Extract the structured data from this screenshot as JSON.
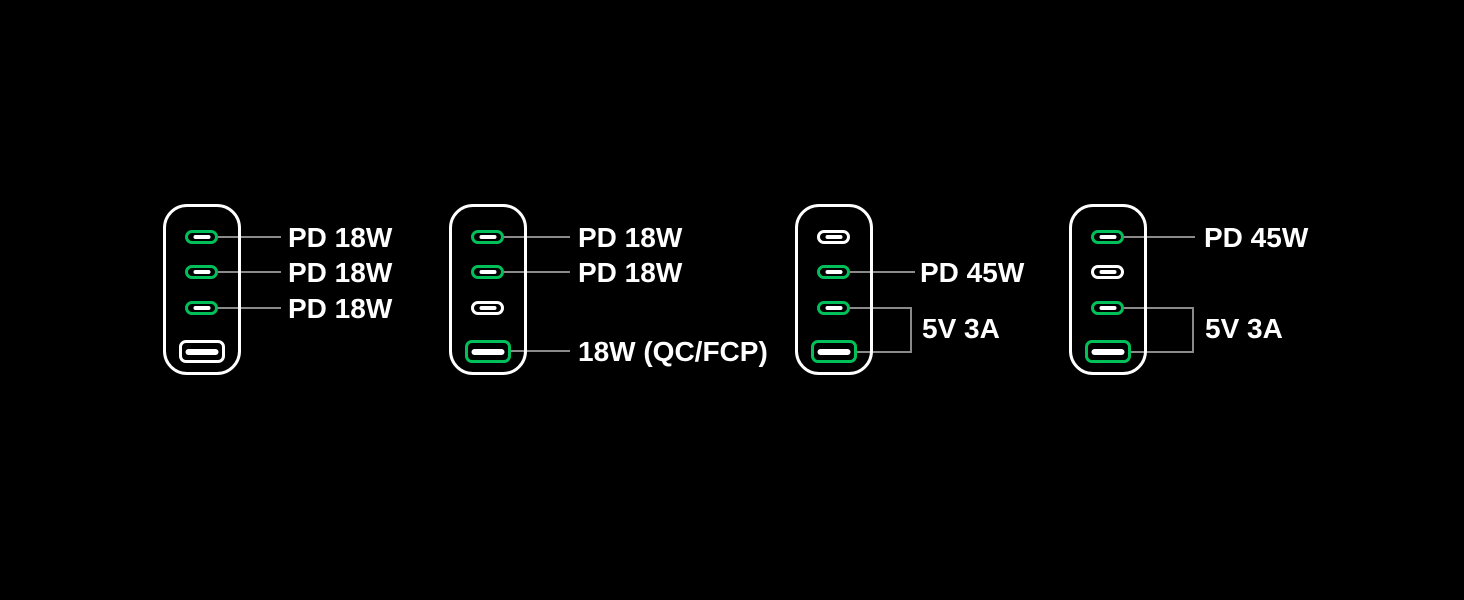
{
  "title": "USB charger port power output combinations",
  "colors": {
    "background": "#000000",
    "accent-green": "#00c05a",
    "port-white": "#ffffff",
    "body-white": "#ffffff",
    "line-gray": "#8a8a8a",
    "text-white": "#ffffff"
  },
  "chargers": [
    {
      "id": "combo-1",
      "ports": [
        {
          "type": "usb-c",
          "status": "active",
          "label": "PD 18W"
        },
        {
          "type": "usb-c",
          "status": "active",
          "label": "PD 18W"
        },
        {
          "type": "usb-c",
          "status": "active",
          "label": "PD 18W"
        },
        {
          "type": "usb-a",
          "status": "inactive"
        }
      ]
    },
    {
      "id": "combo-2",
      "ports": [
        {
          "type": "usb-c",
          "status": "active",
          "label": "PD 18W"
        },
        {
          "type": "usb-c",
          "status": "active",
          "label": "PD 18W"
        },
        {
          "type": "usb-c",
          "status": "inactive"
        },
        {
          "type": "usb-a",
          "status": "active",
          "label": "18W (QC/FCP)"
        }
      ]
    },
    {
      "id": "combo-3",
      "ports": [
        {
          "type": "usb-c",
          "status": "inactive"
        },
        {
          "type": "usb-c",
          "status": "active",
          "label": "PD 45W"
        },
        {
          "type": "usb-c",
          "status": "active",
          "shared_group": true
        },
        {
          "type": "usb-a",
          "status": "active",
          "shared_group": true
        }
      ],
      "group_label": "5V 3A"
    },
    {
      "id": "combo-4",
      "ports": [
        {
          "type": "usb-c",
          "status": "active",
          "label": "PD 45W"
        },
        {
          "type": "usb-c",
          "status": "inactive"
        },
        {
          "type": "usb-c",
          "status": "active",
          "shared_group": true
        },
        {
          "type": "usb-a",
          "status": "active",
          "shared_group": true
        }
      ],
      "group_label": "5V 3A"
    }
  ]
}
